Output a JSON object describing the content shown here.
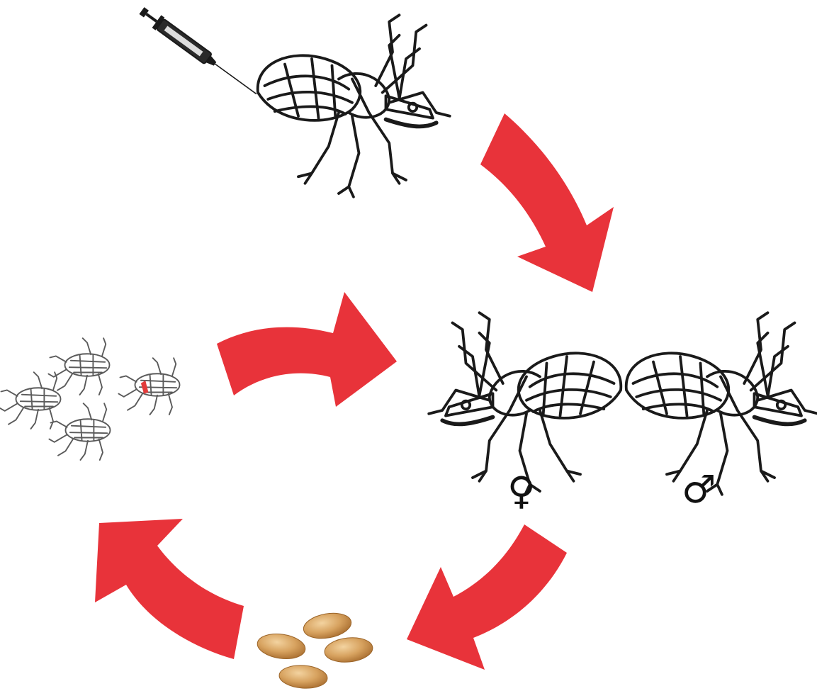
{
  "symbols": {
    "female": "♀",
    "male": "♂"
  },
  "colors": {
    "arrow": "#e8333a",
    "ink": "#1a1a1a",
    "egg": "#d7a25f",
    "egg_dark": "#b07737",
    "marked_nymph": "#e23b3b",
    "nymph_ink": "#5a5a5a"
  },
  "stages": [
    {
      "id": "injected-bug",
      "icon": "syringe-icon"
    },
    {
      "id": "mating-pair",
      "icon": "mating-bugs-icon"
    },
    {
      "id": "eggs",
      "icon": "egg-cluster-icon"
    },
    {
      "id": "nymphs",
      "icon": "nymphs-icon"
    }
  ]
}
